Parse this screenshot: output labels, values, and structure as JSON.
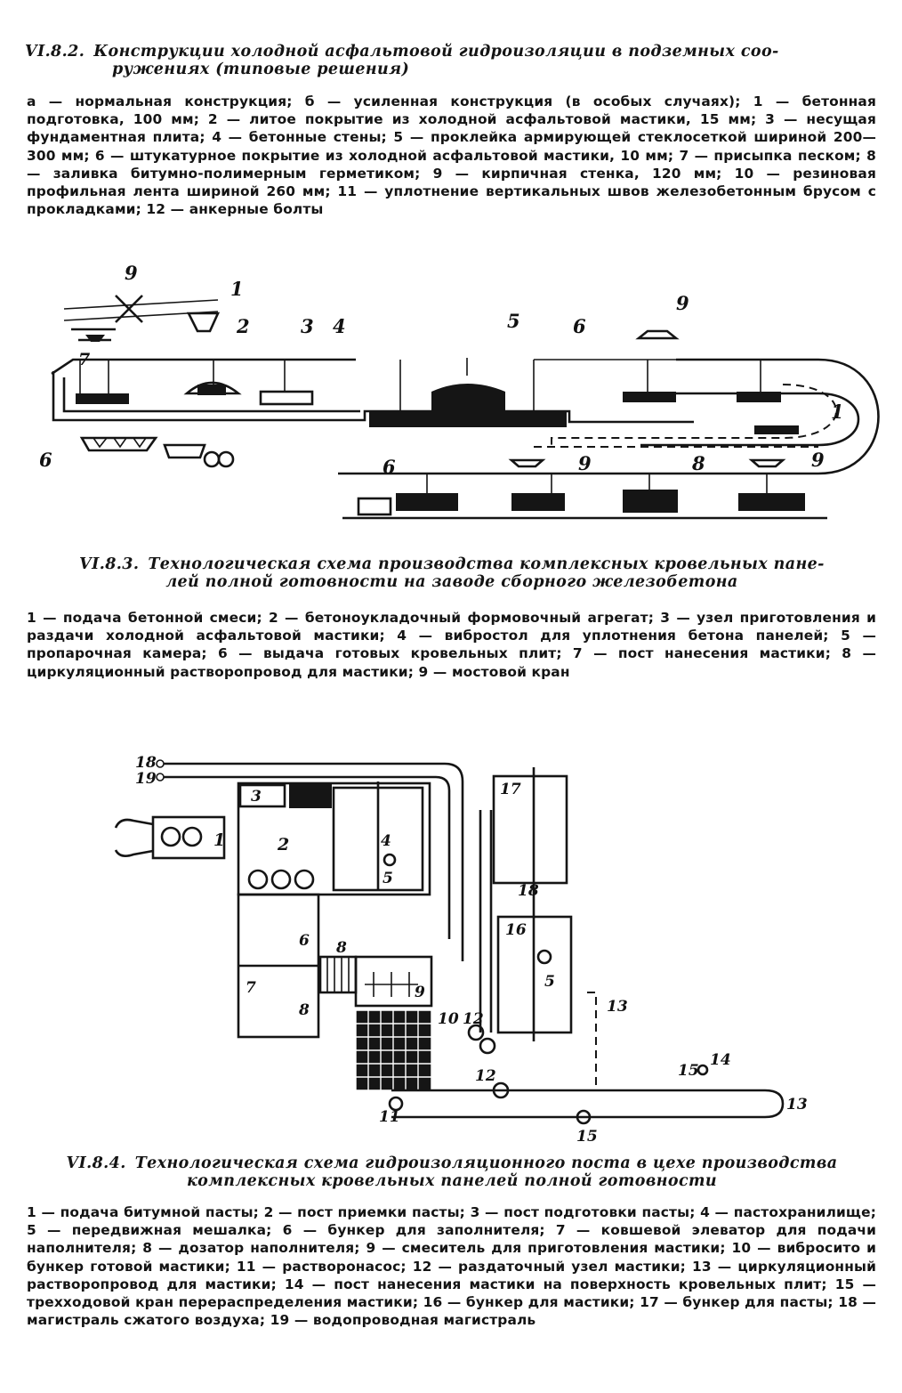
{
  "figure_1": {
    "number": "VI.8.2.",
    "title_line1": "Конструкции холодной асфальтовой гидроизоляции в подземных соо-",
    "title_line2": "ружениях (типовые решения)",
    "legend": "а — нормальная конструкция; б — усиленная конструкция (в особых случаях); 1 — бетонная подготовка, 100 мм; 2 — литое покрытие из холодной асфальтовой мастики, 15 мм; 3 — несущая фундаментная плита; 4 — бетонные стены; 5 — проклейка армирующей стеклосеткой шириной 200—300 мм; 6 — штукатурное покрытие из холодной асфальтовой мастики, 10 мм; 7 — присыпка песком; 8 — заливка битумно-полимерным герметиком; 9 — кирпичная стенка, 120 мм; 10 — резиновая профильная лента шириной 260 мм; 11 — уплотнение вертикальных швов железобетонным брусом с прокладками; 12 — анкерные болты"
  },
  "figure_2": {
    "number": "VI.8.3.",
    "title_line1": "Технологическая схема производства комплексных кровельных пане-",
    "title_line2": "лей полной готовности на заводе сборного железобетона",
    "legend": "1 — подача бетонной смеси; 2 — бетоноукладочный формовочный агрегат; 3 — узел приготовления и раздачи холодной асфальтовой мастики; 4 — вибростол для уплотнения бетона панелей; 5 — пропарочная камера; 6 — выдача готовых кровельных плит; 7 — пост нанесения мастики; 8 — циркуляционный растворопровод для мастики; 9 — мостовой кран",
    "diagram_labels": {
      "l1a": "1",
      "l1b": "1",
      "l2": "2",
      "l3": "3",
      "l4": "4",
      "l5": "5",
      "l6a": "6",
      "l6b": "6",
      "l6c": "6",
      "l7": "7",
      "l8": "8",
      "l9a": "9",
      "l9b": "9",
      "l9c": "9",
      "l9d": "9"
    }
  },
  "figure_3": {
    "number": "VI.8.4.",
    "title_line1": "Технологическая схема гидроизоляционного поста в цехе производства",
    "title_line2": "комплексных кровельных панелей полной готовности",
    "legend": "1 — подача битумной пасты; 2 — пост приемки пасты; 3 — пост подготовки пасты; 4 — пастохранилище; 5 — передвижная мешалка; 6 — бункер для заполнителя; 7 — ковшевой элеватор для подачи наполнителя; 8 — дозатор наполнителя; 9 — смеситель для приготовления мастики; 10 — вибросито и бункер готовой мастики; 11 — растворонасос; 12 — раздаточный узел мастики; 13 — циркуляционный растворопровод для мастики; 14 — пост нанесения мастики на поверхность кровельных плит; 15 — трехходовой кран перераспределения мастики; 16 — бункер для мастики; 17 — бункер для пасты; 18 — магистраль сжатого воздуха; 19 — водопроводная магистраль",
    "diagram_labels": {
      "l1": "1",
      "l2": "2",
      "l3": "3",
      "l4": "4",
      "l5a": "5",
      "l5b": "5",
      "l6": "6",
      "l7": "7",
      "l8a": "8",
      "l8b": "8",
      "l9": "9",
      "l10": "10",
      "l11": "11",
      "l12a": "12",
      "l12b": "12",
      "l13a": "13",
      "l13b": "13",
      "l14": "14",
      "l15a": "15",
      "l15b": "15",
      "l16": "16",
      "l17": "17",
      "l18a": "18",
      "l18b": "18",
      "l19": "19"
    }
  }
}
